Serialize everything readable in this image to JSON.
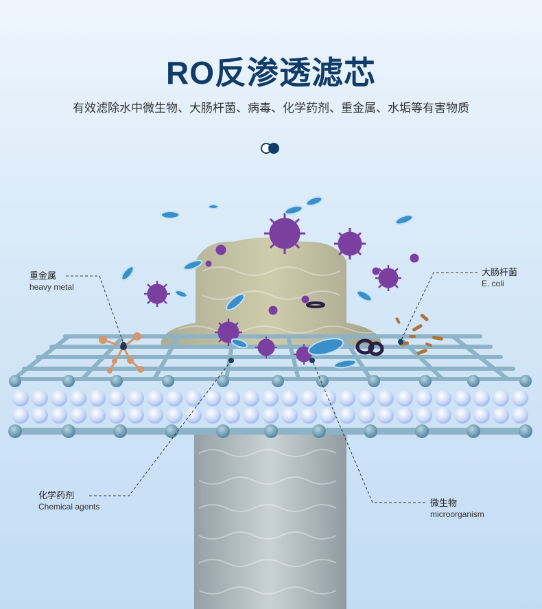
{
  "header": {
    "title": "RO反渗透滤芯",
    "subtitle": "有效滤除水中微生物、大肠杆菌、病毒、化学药剂、重金属、水垢等有害物质"
  },
  "labels": {
    "heavy_metal": {
      "zh": "重金属",
      "en": "heavy metal"
    },
    "ecoli": {
      "zh": "大肠杆菌",
      "en": "E. coli"
    },
    "chemical": {
      "zh": "化学药剂",
      "en": "Chemical agents"
    },
    "micro": {
      "zh": "微生物",
      "en": "microorganism"
    }
  },
  "colors": {
    "title": "#103c68",
    "membrane_rod": "#8db4c6",
    "membrane_node": "#5f8fa6",
    "virus": "#7b3fa0",
    "bacteria": "#3b8fc9",
    "ecoli": "#b0733a",
    "metal": "#d6966a"
  }
}
